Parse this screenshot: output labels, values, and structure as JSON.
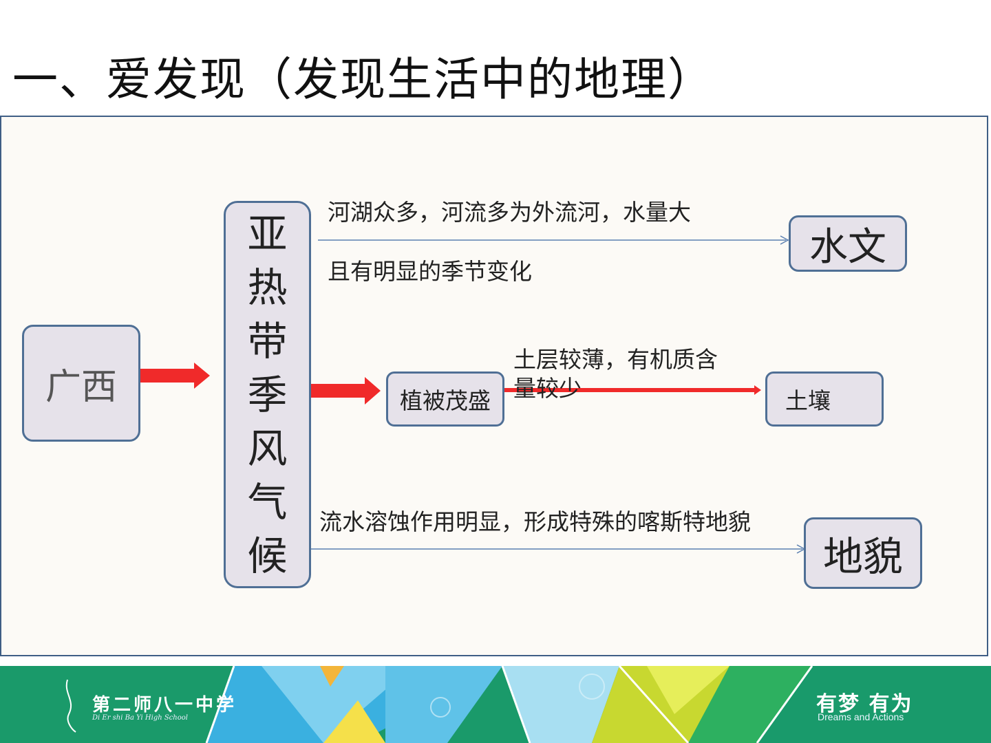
{
  "title": "一、爱发现（发现生活中的地理）",
  "nodes": {
    "guangxi": "广西",
    "climate": [
      "亚",
      "热",
      "带",
      "季",
      "风",
      "气",
      "候"
    ],
    "vegetation": "植被茂盛",
    "hydrology": "水文",
    "soil": "土壤",
    "landform": "地貌"
  },
  "labels": {
    "hydrology_top": "河湖众多，河流多为外流河，水量大",
    "hydrology_bottom": "且有明显的季节变化",
    "soil_line1": "土层较薄，有机质含",
    "soil_line2": "量较少",
    "landform_top": "流水溶蚀作用明显，形成特殊的喀斯特地貌"
  },
  "footer": {
    "school_name": "第二师八一中学",
    "school_sub": "Di Er shi Ba Yi High School",
    "slogan": "有梦 有为",
    "slogan_en": "Dreams and Actions"
  },
  "colors": {
    "arrow_red": "#f02a2a",
    "connector_blue": "#5a7fb0",
    "node_fill": "#e6e2ea",
    "node_border": "#4f6f95",
    "footer_green": "#1a9a6a"
  }
}
